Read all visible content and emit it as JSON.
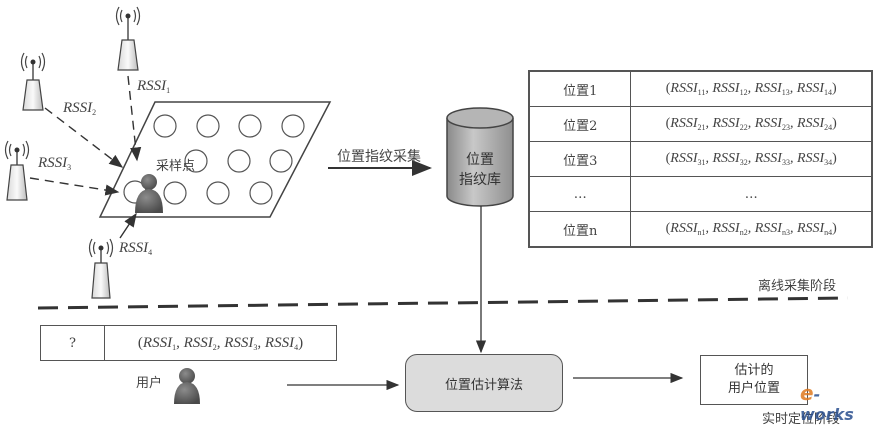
{
  "diagram": {
    "offline": {
      "stage_label": "离线采集阶段",
      "sample_point_label": "采样点",
      "collect_arrow_label": "位置指纹采集",
      "database_label_line1": "位置",
      "database_label_line2": "指纹库",
      "signals": [
        {
          "base": "RSSI",
          "sub": "1"
        },
        {
          "base": "RSSI",
          "sub": "2"
        },
        {
          "base": "RSSI",
          "sub": "3"
        },
        {
          "base": "RSSI",
          "sub": "4"
        }
      ],
      "fingerprint_table": [
        {
          "location": "位置1",
          "values": [
            {
              "b": "RSSI",
              "s": "11"
            },
            {
              "b": "RSSI",
              "s": "12"
            },
            {
              "b": "RSSI",
              "s": "13"
            },
            {
              "b": "RSSI",
              "s": "14"
            }
          ]
        },
        {
          "location": "位置2",
          "values": [
            {
              "b": "RSSI",
              "s": "21"
            },
            {
              "b": "RSSI",
              "s": "22"
            },
            {
              "b": "RSSI",
              "s": "23"
            },
            {
              "b": "RSSI",
              "s": "24"
            }
          ]
        },
        {
          "location": "位置3",
          "values": [
            {
              "b": "RSSI",
              "s": "31"
            },
            {
              "b": "RSSI",
              "s": "32"
            },
            {
              "b": "RSSI",
              "s": "33"
            },
            {
              "b": "RSSI",
              "s": "34"
            }
          ]
        },
        {
          "location": "…",
          "ellipsis": "…"
        },
        {
          "location": "位置n",
          "values": [
            {
              "b": "RSSI",
              "s": "n1"
            },
            {
              "b": "RSSI",
              "s": "n2"
            },
            {
              "b": "RSSI",
              "s": "n3"
            },
            {
              "b": "RSSI",
              "s": "n4"
            }
          ]
        }
      ]
    },
    "online": {
      "stage_label": "实时定位阶段",
      "query_key": "?",
      "query_values": [
        {
          "b": "RSSI",
          "s": "1"
        },
        {
          "b": "RSSI",
          "s": "2"
        },
        {
          "b": "RSSI",
          "s": "3"
        },
        {
          "b": "RSSI",
          "s": "4"
        }
      ],
      "user_label": "用户",
      "algorithm_label": "位置估计算法",
      "result_line1": "估计的",
      "result_line2": "用户位置"
    },
    "watermark": {
      "e": "e",
      "rest": "-works"
    }
  }
}
